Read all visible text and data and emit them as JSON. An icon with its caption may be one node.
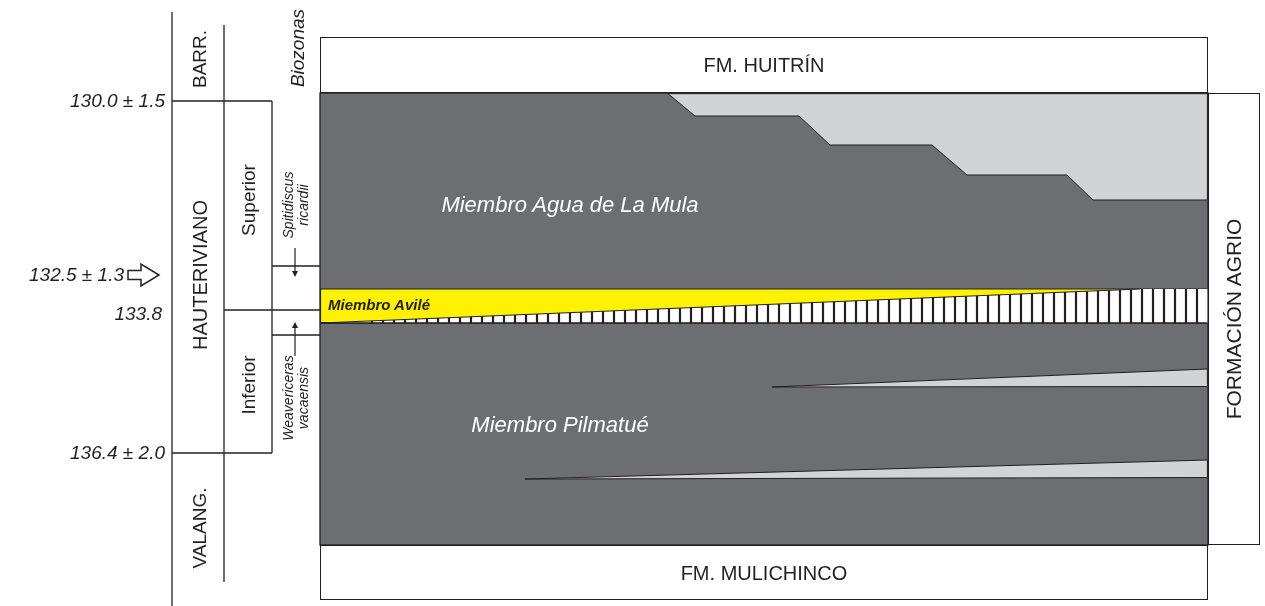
{
  "diagram": {
    "nodes": [
      {
        "text": [
          "FM. HUITRÍN"
        ]
      },
      {
        "text": [
          "Miembro Agua de La Mula"
        ]
      },
      {
        "text": [
          "Miembro Avilé"
        ]
      },
      {
        "text": [
          "Miembro Pilmatué"
        ]
      },
      {
        "text": [
          "FM. MULICHINCO"
        ]
      },
      {
        "text": [
          "FORMACIÓN AGRIO"
        ]
      },
      {
        "text": [
          "BARR."
        ]
      },
      {
        "text": [
          "HAUTERIVIANO"
        ]
      },
      {
        "text": [
          "VALANG."
        ]
      },
      {
        "text": [
          "Superior"
        ]
      },
      {
        "text": [
          "Inferior"
        ]
      },
      {
        "text": [
          "Spitidiscus ricardii"
        ]
      },
      {
        "text": [
          "Weavericeras vacaensis"
        ]
      }
    ],
    "labels": [
      "Biozonas",
      "130.0 ± 1.5",
      "132.5 ± 1.3",
      "133.8",
      "136.4 ± 2.0"
    ]
  }
}
